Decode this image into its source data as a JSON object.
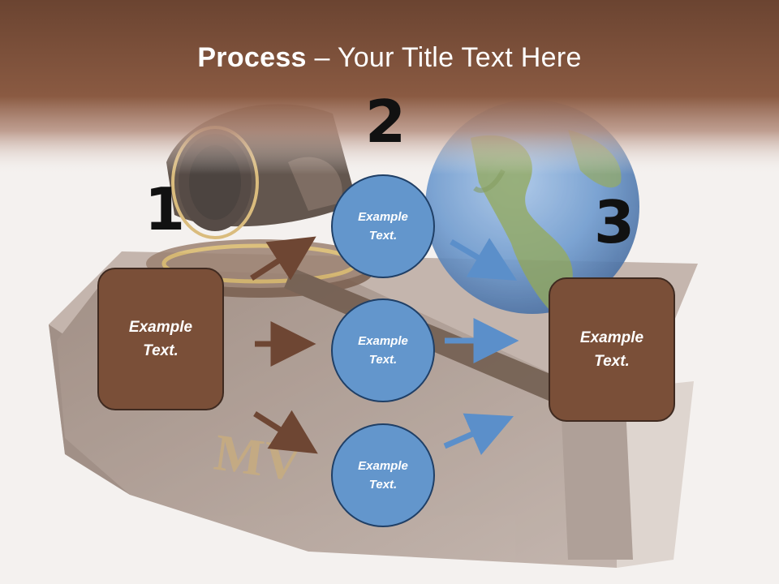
{
  "title": {
    "bold": "Process",
    "rest": " – Your Title Text Here"
  },
  "steps": {
    "one": "1",
    "two": "2",
    "three": "3"
  },
  "left_box": {
    "line1": "Example",
    "line2": "Text."
  },
  "circles": [
    {
      "line1": "Example",
      "line2": "Text."
    },
    {
      "line1": "Example",
      "line2": "Text."
    },
    {
      "line1": "Example",
      "line2": "Text."
    }
  ],
  "right_box": {
    "line1": "Example",
    "line2": "Text."
  },
  "background": {
    "book_emboss": "MV"
  },
  "colors": {
    "header": "#7a4a32",
    "box_fill": "#7a4f38",
    "circle_fill": "#6396cc",
    "brown_arrow": "#6e4633",
    "blue_arrow": "#5b8fca"
  }
}
